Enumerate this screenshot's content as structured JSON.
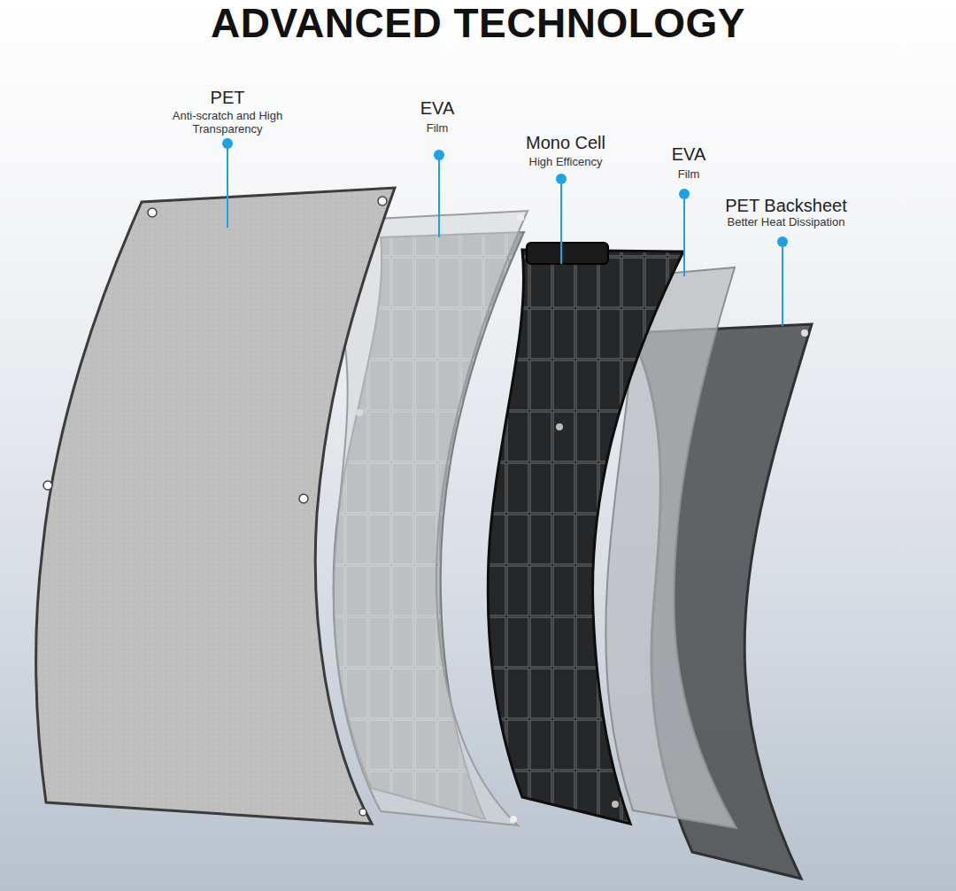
{
  "diagram": {
    "title": "ADVANCED TECHNOLOGY",
    "labels": [
      "PET",
      "Anti-scratch and High Transparency",
      "EVA",
      "Film",
      "Mono Cell",
      "High Efficency",
      "EVA",
      "Film",
      "PET Backsheet",
      "Better Heat Dissipation"
    ]
  }
}
